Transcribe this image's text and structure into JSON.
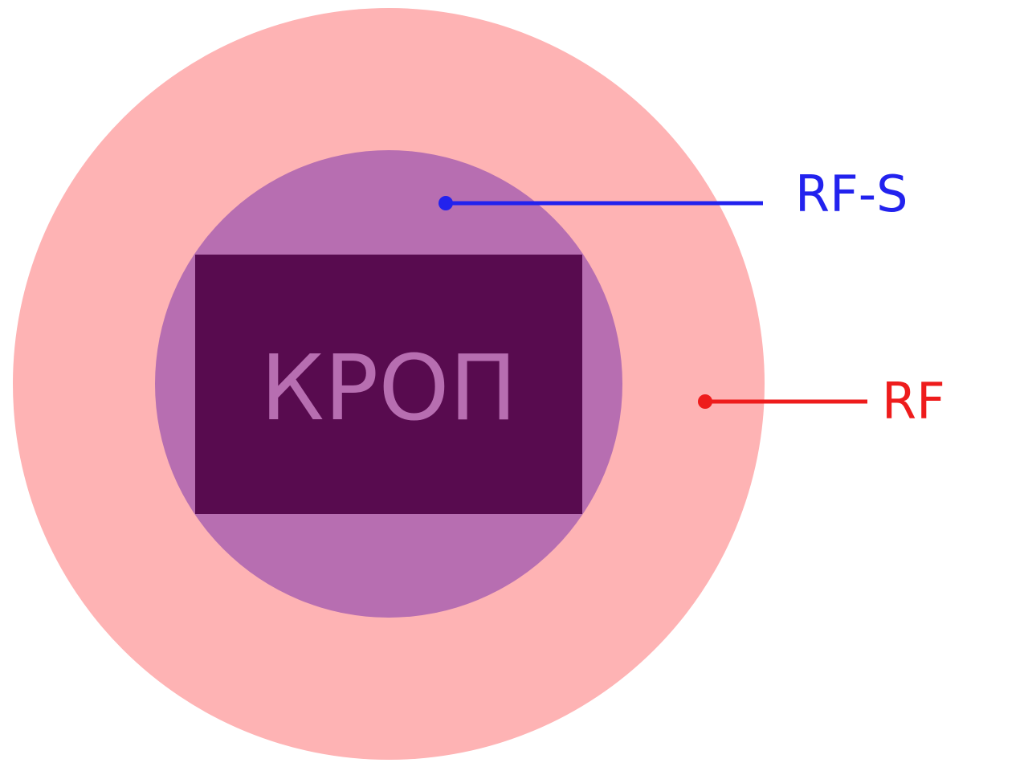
{
  "diagram": {
    "crop_label": "КРОП",
    "rfs_label": "RF-S",
    "rf_label": "RF",
    "colors": {
      "outer_circle": "#feb3b4",
      "inner_circle": "#b76eb1",
      "crop_rect": "#580b4f",
      "crop_text": "#b76eb1",
      "rfs": "#2222ee",
      "rf": "#ee1c1c"
    }
  }
}
